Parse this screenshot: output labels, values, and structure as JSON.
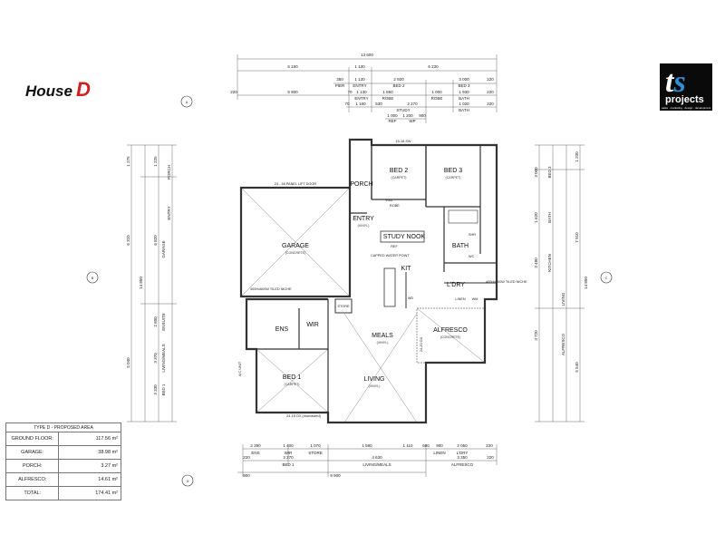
{
  "title": {
    "text": "House",
    "letter": "D"
  },
  "logo": {
    "mark_t": "t",
    "mark_s": "s",
    "brand": "projects",
    "tag": "sales · marketing · design · development"
  },
  "area_table": {
    "header": "TYPE D - PROPOSED AREA",
    "rows": [
      {
        "label": "GROUND FLOOR:",
        "value": "117.56 m²"
      },
      {
        "label": "GARAGE:",
        "value": "38.98 m²"
      },
      {
        "label": "PORCH:",
        "value": "3.27 m²"
      },
      {
        "label": "ALFRESCO:",
        "value": "14.61 m²"
      },
      {
        "label": "TOTAL:",
        "value": "174.41 m²"
      }
    ]
  },
  "rooms": {
    "bed2": "BED 2",
    "bed2_sub": "(CARPET)",
    "bed3": "BED 3",
    "bed3_sub": "(CARPET)",
    "porch": "PORCH",
    "entry": "ENTRY",
    "entry_sub": "(VINYL)",
    "study_nook": "STUDY NOOK",
    "garage": "GARAGE",
    "garage_sub": "(CONCRETE)",
    "bath": "BATH",
    "kit": "KIT",
    "ldry": "L'DRY",
    "ens": "ENS",
    "wir": "WIR",
    "meals": "MEALS",
    "meals_sub": "(VINYL)",
    "alfresco": "ALFRESCO",
    "alfresco_sub": "(CONCRETE)",
    "bed1": "BED 1",
    "bed1_sub": "(CARPET)",
    "living": "LIVING",
    "living_sub": "(VINYL)",
    "store": "STORE",
    "linen": "LINEN",
    "ref": "REF",
    "wm": "WM",
    "wd": "WD"
  },
  "notes": {
    "garage_door": "24 - 48 PANEL LIFT DOOR",
    "tiled_niche_left": "400Hx600W TILED NICHE",
    "tiled_niche_right": "400Hx600W TILED NICHE",
    "capped_water": "CAPPED WATER POINT",
    "ac_unit": "A/C UNIT",
    "ox_bottom": "24-18 OX (downsized)",
    "ox_right": "24-20 OX",
    "robe": "ROBE",
    "vgd": "VGD",
    "shr": "SHR",
    "wc": "WC",
    "sw_label": "15-18 SW"
  },
  "dims_top": {
    "overall": "13 600",
    "r1": [
      "6 150",
      "1 130",
      "6 230"
    ],
    "r2": [
      "350",
      "1 130",
      "2 920",
      "3 000",
      "220"
    ],
    "r2_labels": [
      "PIER",
      "ENTRY",
      "BED 2",
      "BED 3"
    ],
    "r3": [
      "220",
      "5 900",
      "70",
      "1 130",
      "1 850",
      "1 000",
      "1 930",
      "220"
    ],
    "r3_labels": [
      "ENTRY",
      "ROBE",
      "ROBE",
      "BATH"
    ],
    "r4": [
      "70",
      "1 160",
      "530",
      "2 270",
      "1 020",
      "220"
    ],
    "r4_labels": [
      "STUDY",
      "BATH"
    ],
    "r5": [
      "1 000",
      "1 200",
      "900"
    ],
    "r5_labels": [
      "REF",
      "WP"
    ]
  },
  "dims_bottom": {
    "r1": [
      "2 390",
      "1 400",
      "1 070",
      "1 590",
      "1 110",
      "600",
      "900",
      "2 050",
      "220"
    ],
    "r1_labels": [
      "ENS",
      "WIR",
      "STORE",
      "LINEN",
      "L'DRY"
    ],
    "r2": [
      "220",
      "3 270",
      "4 630",
      "3 350",
      "220"
    ],
    "r2_labels": [
      "BED 1",
      "LIVING/MEALS",
      "ALFRESCO"
    ],
    "r3": [
      "900",
      "9 900"
    ]
  },
  "dims_left": {
    "overall": "14 850",
    "r1": [
      "1 275",
      "6 310",
      "5 040"
    ],
    "r2": [
      "1 225",
      "6 820",
      "2 600",
      "3 370",
      "3 330"
    ],
    "r2_labels": [
      "PORCH",
      "ENTRY",
      "GARAGE",
      "ENSUITE",
      "LIVING/MEALS",
      "BED 1"
    ]
  },
  "dims_right": {
    "overall": "14 850",
    "r1": [
      "1 230",
      "7 910",
      "5 540"
    ],
    "r2": [
      "3 000",
      "1 620",
      "3 480",
      "3 720"
    ],
    "r2_labels": [
      "BED 3",
      "BATH",
      "KITCHEN",
      "LIVING",
      "ALFRESCO"
    ]
  },
  "markers": {
    "a": "A",
    "b": "B",
    "c": "C",
    "d": "D"
  },
  "colors": {
    "accent": "#d11f1f",
    "logo_bg": "#0a0a0a",
    "logo_blue": "#2e8fd4",
    "wall": "#333333"
  }
}
